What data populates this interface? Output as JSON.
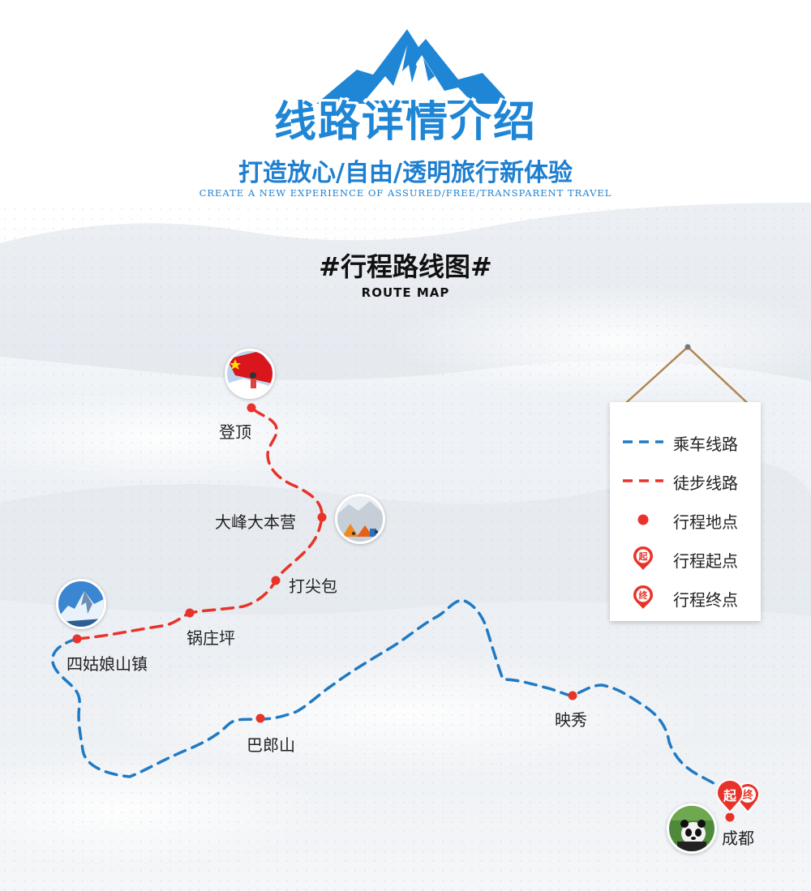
{
  "header": {
    "title": "线路详情介绍",
    "subtitle": "打造放心/自由/透明旅行新体验",
    "subtitle_en": "CREATE A NEW EXPERIENCE OF ASSURED/FREE/TRANSPARENT TRAVEL"
  },
  "section": {
    "title": "#行程路线图#",
    "subtitle": "ROUTE MAP"
  },
  "places": {
    "summit": "登顶",
    "base_camp": "大峰大本营",
    "dajianbao": "打尖包",
    "guozhuangping": "锅庄坪",
    "siguniang_town": "四姑娘山镇",
    "balangshan": "巴郎山",
    "yingxiu": "映秀",
    "chengdu": "成都"
  },
  "markers": {
    "start": "起",
    "end": "终"
  },
  "legend": {
    "drive": "乘车线路",
    "hike": "徒步线路",
    "stop": "行程地点",
    "start": "行程起点",
    "end": "行程终点",
    "start_icon": "起",
    "end_icon": "终"
  },
  "colors": {
    "brand": "#1f86d6",
    "drive_route": "#1f7ac4",
    "hike_route": "#e8332a",
    "stop_dot": "#e8332a"
  },
  "icons": {
    "mountain": "mountain-logo-icon",
    "summit_photo": "flag-summit-photo",
    "camp_photo": "tent-camp-photo",
    "peak_photo": "snow-peak-photo",
    "panda_photo": "panda-photo"
  }
}
